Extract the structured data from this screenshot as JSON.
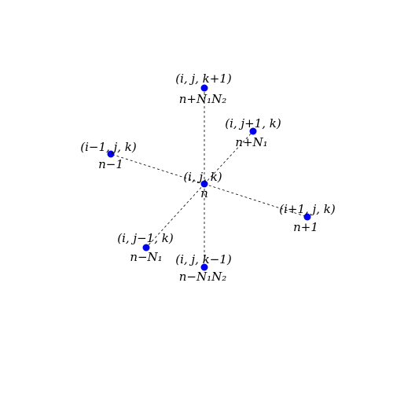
{
  "colors": {
    "node": "#0000ee",
    "edge": "#000000",
    "text": "#000000"
  },
  "center": {
    "name": "center",
    "coord_label": "(i, j, k)",
    "index_label": "n"
  },
  "neighbors": [
    {
      "name": "k-plus",
      "coord_label": "(i, j, k+1)",
      "index_label": "n+N₁N₂"
    },
    {
      "name": "j-plus",
      "coord_label": "(i, j+1, k)",
      "index_label": "n+N₁"
    },
    {
      "name": "i-minus",
      "coord_label": "(i−1, j, k)",
      "index_label": "n−1"
    },
    {
      "name": "i-plus",
      "coord_label": "(i+1, j, k)",
      "index_label": "n+1"
    },
    {
      "name": "j-minus",
      "coord_label": "(i, j−1, k)",
      "index_label": "n−N₁"
    },
    {
      "name": "k-minus",
      "coord_label": "(i, j, k−1)",
      "index_label": "n−N₁N₂"
    }
  ]
}
